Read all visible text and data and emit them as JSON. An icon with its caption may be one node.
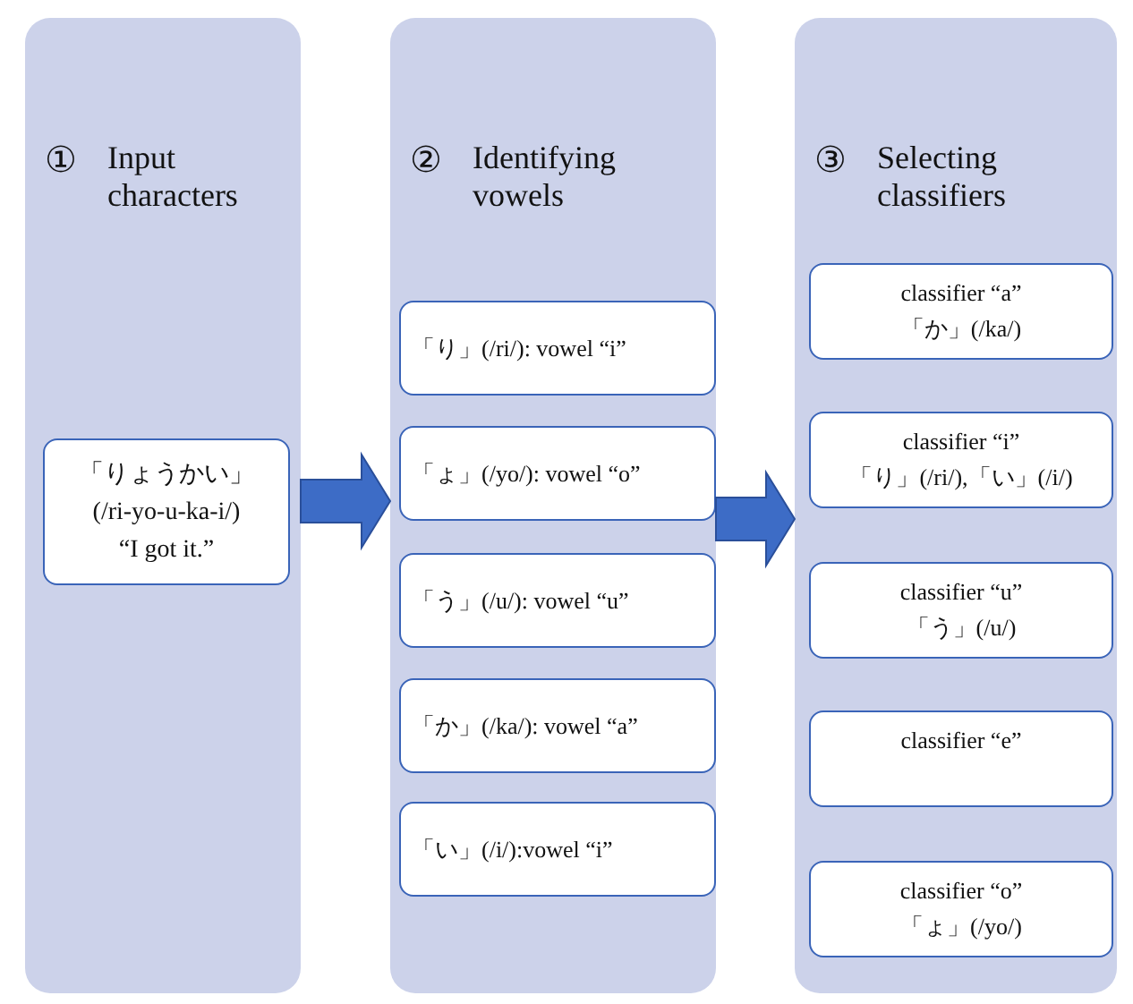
{
  "diagram": {
    "nodes": [
      {
        "text": [
          "①",
          "Input characters"
        ]
      },
      {
        "text": [
          "「りょうかい」",
          "(/ri-yo-u-ka-i/)",
          "“I got it.”"
        ],
        "in": 0
      },
      {
        "text": [
          "②",
          "Identifying vowels"
        ]
      },
      {
        "text": [
          "「り」(/ri/): vowel “i”"
        ],
        "in": 2
      },
      {
        "text": [
          "「ょ」(/yo/): vowel “o”"
        ],
        "in": 2
      },
      {
        "text": [
          "「う」(/u/): vowel “u”"
        ],
        "in": 2
      },
      {
        "text": [
          "「か」(/ka/): vowel “a”"
        ],
        "in": 2
      },
      {
        "text": [
          "「い」(/i/):vowel “i”"
        ],
        "in": 2
      },
      {
        "text": [
          "③",
          "Selecting classifiers"
        ]
      },
      {
        "text": [
          "classifier “a”",
          "「か」(/ka/)"
        ],
        "in": 8
      },
      {
        "text": [
          "classifier “i”",
          "「り」(/ri/),「い」(/i/)"
        ],
        "in": 8
      },
      {
        "text": [
          "classifier “u”",
          "「う」(/u/)"
        ],
        "in": 8
      },
      {
        "text": [
          "classifier “e”"
        ],
        "in": 8
      },
      {
        "text": [
          "classifier “o”",
          "「ょ」(/yo/)"
        ],
        "in": 8
      }
    ],
    "edges": [
      {
        "from": 0,
        "to": 2,
        "arrow": "to",
        "style": "thick"
      },
      {
        "from": 2,
        "to": 8,
        "arrow": "to",
        "style": "thick"
      }
    ]
  }
}
